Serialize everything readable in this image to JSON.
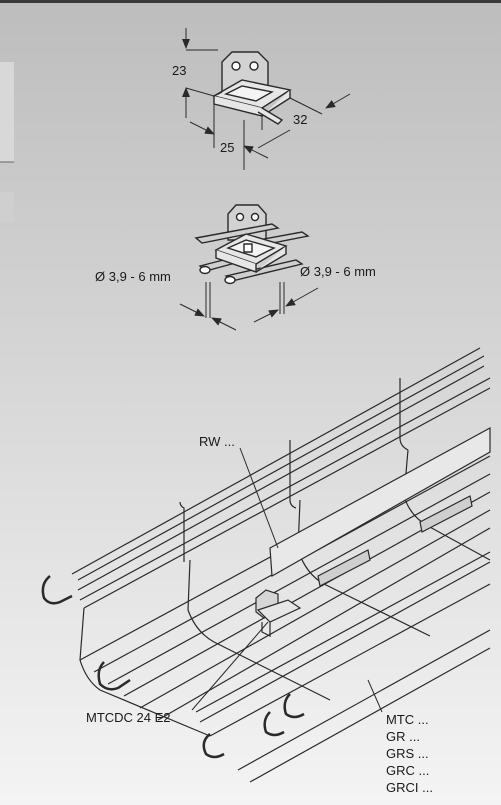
{
  "colors": {
    "background_top": "#bdbdbd",
    "background_bottom": "#f4f4f4",
    "line": "#2a2a2a",
    "top_rule": "#3a3a3a"
  },
  "clip_top": {
    "dim_height": "23",
    "dim_depth": "32",
    "dim_width": "25"
  },
  "clip_middle": {
    "dim_left": "Ø 3,9 - 6 mm",
    "dim_right": "Ø 3,9 - 6 mm"
  },
  "assembly": {
    "divider_label": "RW ...",
    "connector_label": "MTCDC 24 E2",
    "tray_labels": [
      "MTC ...",
      "GR ...",
      "GRS ...",
      "GRC ...",
      "GRCI ..."
    ]
  }
}
